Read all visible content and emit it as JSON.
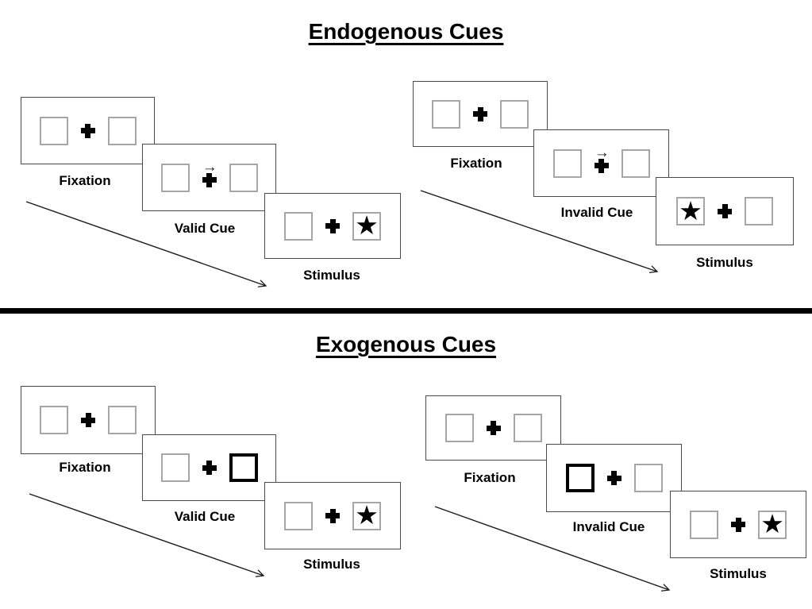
{
  "diagram": {
    "sections": [
      {
        "title": "Endogenous Cues",
        "sequences": [
          {
            "type": "valid",
            "panels": [
              {
                "label": "Fixation",
                "left_box": "empty",
                "right_box": "empty",
                "cue": "none"
              },
              {
                "label": "Valid Cue",
                "left_box": "empty",
                "right_box": "empty",
                "cue": "arrow-right-above-cross"
              },
              {
                "label": "Stimulus",
                "left_box": "empty",
                "right_box": "star",
                "cue": "none"
              }
            ]
          },
          {
            "type": "invalid",
            "panels": [
              {
                "label": "Fixation",
                "left_box": "empty",
                "right_box": "empty",
                "cue": "none"
              },
              {
                "label": "Invalid Cue",
                "left_box": "empty",
                "right_box": "empty",
                "cue": "arrow-right-above-cross"
              },
              {
                "label": "Stimulus",
                "left_box": "star",
                "right_box": "empty",
                "cue": "none"
              }
            ]
          }
        ]
      },
      {
        "title": "Exogenous Cues",
        "sequences": [
          {
            "type": "valid",
            "panels": [
              {
                "label": "Fixation",
                "left_box": "empty",
                "right_box": "empty",
                "cue": "none"
              },
              {
                "label": "Valid Cue",
                "left_box": "empty",
                "right_box": "bold-outline",
                "cue": "thick-right-box"
              },
              {
                "label": "Stimulus",
                "left_box": "empty",
                "right_box": "star",
                "cue": "none"
              }
            ]
          },
          {
            "type": "invalid",
            "panels": [
              {
                "label": "Fixation",
                "left_box": "empty",
                "right_box": "empty",
                "cue": "none"
              },
              {
                "label": "Invalid Cue",
                "left_box": "bold-outline",
                "right_box": "empty",
                "cue": "thick-left-box"
              },
              {
                "label": "Stimulus",
                "left_box": "empty",
                "right_box": "star",
                "cue": "none"
              }
            ]
          }
        ]
      }
    ],
    "glyphs": {
      "star": "★",
      "cue_arrow": "→"
    },
    "colors": {
      "ink": "#000000",
      "panel_border": "#4a4a4a",
      "square_border": "#a6a6a6",
      "cue_square_border": "#000000",
      "divider": "#000000"
    }
  }
}
